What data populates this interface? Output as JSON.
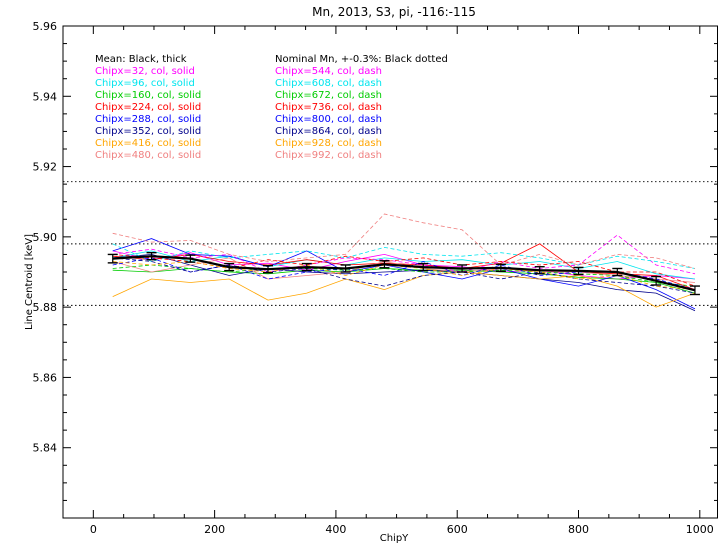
{
  "chart_data": {
    "type": "line",
    "title": "Mn, 2013, S3, pi, -116:-115",
    "xlabel": "ChipY",
    "ylabel": "Line Centroid [keV]",
    "xlim": [
      -50,
      1030
    ],
    "ylim": [
      5.82,
      5.96
    ],
    "x_ticks": [
      0,
      200,
      400,
      600,
      800,
      1000
    ],
    "y_ticks": [
      5.84,
      5.86,
      5.88,
      5.9,
      5.92,
      5.94,
      5.96
    ],
    "x_tick_labels": [
      "0",
      "200",
      "400",
      "600",
      "800",
      "1000"
    ],
    "y_tick_labels": [
      "5.84",
      "5.86",
      "5.88",
      "5.90",
      "5.92",
      "5.94",
      "5.96"
    ],
    "grid": false,
    "legend_placement": "top-left",
    "legend_header_left": "Mean: Black, thick",
    "legend_header_right": "Nominal Mn, +-0.3%: Black dotted",
    "x": [
      32,
      96,
      160,
      224,
      288,
      352,
      416,
      480,
      544,
      608,
      672,
      736,
      800,
      864,
      928,
      992
    ],
    "nominal_lines": [
      5.8805,
      5.898,
      5.9157
    ],
    "mean": {
      "color": "#000000",
      "values": [
        5.8938,
        5.8945,
        5.8938,
        5.8914,
        5.8908,
        5.8914,
        5.891,
        5.8922,
        5.8914,
        5.891,
        5.8912,
        5.8905,
        5.8903,
        5.89,
        5.8875,
        5.8848
      ],
      "errors": [
        0.0012,
        0.001,
        0.001,
        0.001,
        0.001,
        0.001,
        0.001,
        0.001,
        0.001,
        0.001,
        0.001,
        0.001,
        0.001,
        0.001,
        0.0012,
        0.0012
      ]
    },
    "series": [
      {
        "name": "Chipx=32, col, solid",
        "color": "#ff00ff",
        "dash": false,
        "values": [
          5.896,
          5.8935,
          5.8955,
          5.892,
          5.8925,
          5.8905,
          5.893,
          5.895,
          5.892,
          5.8915,
          5.89,
          5.8905,
          5.889,
          5.888,
          5.889,
          5.888
        ]
      },
      {
        "name": "Chipx=96, col, solid",
        "color": "#00e5ee",
        "dash": false,
        "values": [
          5.894,
          5.896,
          5.893,
          5.8945,
          5.8915,
          5.8935,
          5.892,
          5.894,
          5.893,
          5.8935,
          5.892,
          5.893,
          5.891,
          5.893,
          5.8895,
          5.888
        ]
      },
      {
        "name": "Chipx=160, col, solid",
        "color": "#00cc00",
        "dash": false,
        "values": [
          5.8905,
          5.89,
          5.891,
          5.89,
          5.8895,
          5.8905,
          5.89,
          5.891,
          5.8905,
          5.8905,
          5.89,
          5.8895,
          5.8885,
          5.888,
          5.887,
          5.884
        ]
      },
      {
        "name": "Chipx=224, col, solid",
        "color": "#ff0000",
        "dash": false,
        "values": [
          5.8945,
          5.8935,
          5.895,
          5.893,
          5.892,
          5.8935,
          5.892,
          5.8925,
          5.892,
          5.891,
          5.8925,
          5.898,
          5.89,
          5.8895,
          5.889,
          5.885
        ]
      },
      {
        "name": "Chipx=288, col, solid",
        "color": "#0000ff",
        "dash": false,
        "values": [
          5.896,
          5.8995,
          5.895,
          5.8945,
          5.8915,
          5.896,
          5.89,
          5.892,
          5.89,
          5.888,
          5.891,
          5.888,
          5.886,
          5.889,
          5.885,
          5.8795
        ]
      },
      {
        "name": "Chipx=352, col, solid",
        "color": "#00008b",
        "dash": false,
        "values": [
          5.894,
          5.895,
          5.892,
          5.889,
          5.891,
          5.89,
          5.8895,
          5.89,
          5.8905,
          5.89,
          5.889,
          5.888,
          5.887,
          5.885,
          5.884,
          5.879
        ]
      },
      {
        "name": "Chipx=416, col, solid",
        "color": "#ffa500",
        "dash": false,
        "values": [
          5.883,
          5.888,
          5.887,
          5.888,
          5.882,
          5.884,
          5.888,
          5.885,
          5.889,
          5.89,
          5.889,
          5.888,
          5.889,
          5.886,
          5.88,
          5.884
        ]
      },
      {
        "name": "Chipx=480, col, solid",
        "color": "#f08080",
        "dash": false,
        "values": [
          5.893,
          5.89,
          5.892,
          5.894,
          5.888,
          5.889,
          5.89,
          5.893,
          5.891,
          5.89,
          5.891,
          5.89,
          5.89,
          5.889,
          5.888,
          5.887
        ]
      },
      {
        "name": "Chipx=544, col, dash",
        "color": "#ff00ff",
        "dash": true,
        "values": [
          5.895,
          5.8965,
          5.894,
          5.895,
          5.89,
          5.892,
          5.894,
          5.8935,
          5.892,
          5.89,
          5.893,
          5.891,
          5.892,
          5.9005,
          5.892,
          5.8895
        ]
      },
      {
        "name": "Chipx=608, col, dash",
        "color": "#00e5ee",
        "dash": true,
        "values": [
          5.898,
          5.893,
          5.896,
          5.894,
          5.895,
          5.896,
          5.894,
          5.897,
          5.895,
          5.8945,
          5.8955,
          5.894,
          5.892,
          5.8945,
          5.893,
          5.891
        ]
      },
      {
        "name": "Chipx=672, col, dash",
        "color": "#00cc00",
        "dash": true,
        "values": [
          5.891,
          5.892,
          5.891,
          5.89,
          5.891,
          5.891,
          5.8905,
          5.891,
          5.89,
          5.89,
          5.8905,
          5.89,
          5.8895,
          5.889,
          5.887,
          5.886
        ]
      },
      {
        "name": "Chipx=736, col, dash",
        "color": "#ff0000",
        "dash": true,
        "values": [
          5.895,
          5.894,
          5.893,
          5.891,
          5.8935,
          5.892,
          5.8945,
          5.893,
          5.894,
          5.892,
          5.893,
          5.892,
          5.893,
          5.89,
          5.89,
          5.886
        ]
      },
      {
        "name": "Chipx=800, col, dash",
        "color": "#0000ff",
        "dash": true,
        "values": [
          5.892,
          5.894,
          5.89,
          5.892,
          5.888,
          5.89,
          5.891,
          5.889,
          5.893,
          5.889,
          5.892,
          5.889,
          5.89,
          5.89,
          5.888,
          5.885
        ]
      },
      {
        "name": "Chipx=864, col, dash",
        "color": "#00008b",
        "dash": true,
        "values": [
          5.894,
          5.893,
          5.89,
          5.892,
          5.89,
          5.891,
          5.888,
          5.886,
          5.889,
          5.89,
          5.888,
          5.89,
          5.888,
          5.887,
          5.886,
          5.884
        ]
      },
      {
        "name": "Chipx=928, col, dash",
        "color": "#ffa500",
        "dash": true,
        "values": [
          5.893,
          5.892,
          5.893,
          5.891,
          5.89,
          5.892,
          5.889,
          5.892,
          5.891,
          5.889,
          5.891,
          5.89,
          5.888,
          5.889,
          5.886,
          5.885
        ]
      },
      {
        "name": "Chipx=992, col, dash",
        "color": "#f08080",
        "dash": true,
        "values": [
          5.901,
          5.8985,
          5.899,
          5.895,
          5.893,
          5.894,
          5.895,
          5.9065,
          5.904,
          5.902,
          5.892,
          5.895,
          5.892,
          5.895,
          5.894,
          5.891
        ]
      }
    ]
  }
}
